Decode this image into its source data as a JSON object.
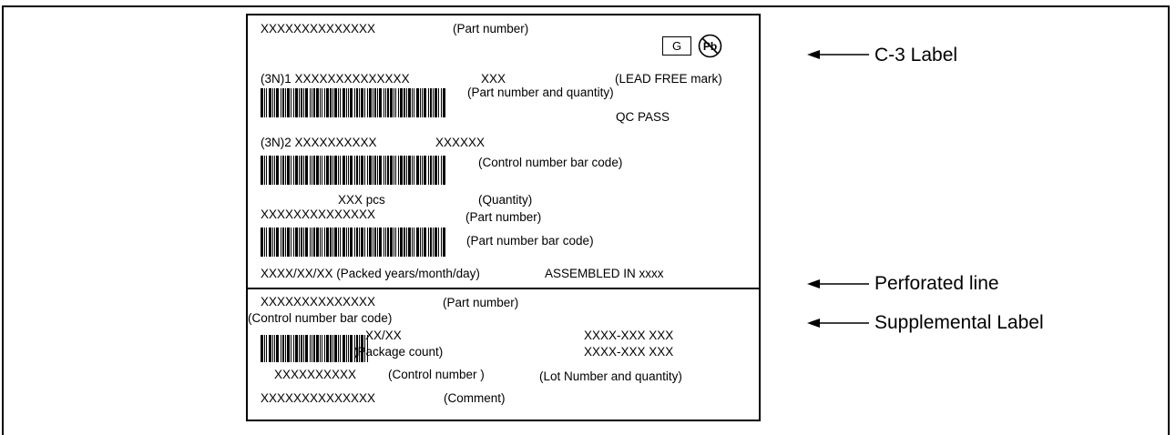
{
  "label": {
    "line1": {
      "code": "XXXXXXXXXXXXXX",
      "desc": "(Part number)"
    },
    "symbols": {
      "g_mark": "G",
      "pb_icon": "lead-free-pb-icon"
    },
    "line2": {
      "code": "(3N)1 XXXXXXXXXXXXXX",
      "qty": "XXX",
      "mark": "(LEAD FREE mark)"
    },
    "line2_desc": "(Part number and quantity)",
    "qc": "QC  PASS",
    "line3": {
      "code": "(3N)2 XXXXXXXXXX",
      "code2": "XXXXXX"
    },
    "line3_desc": "(Control number bar code)",
    "qty_line": {
      "value": "XXX  pcs",
      "desc": "(Quantity)"
    },
    "part2": {
      "code": "XXXXXXXXXXXXXX",
      "desc": "(Part number)"
    },
    "part2_bar_desc": "(Part number bar code)",
    "packed": "XXXX/XX/XX (Packed years/month/day)",
    "assembled": "ASSEMBLED IN xxxx"
  },
  "supplemental": {
    "part": {
      "code": "XXXXXXXXXXXXXX",
      "desc": "(Part number)"
    },
    "control_bar_desc": "(Control number bar code)",
    "pkg": {
      "value": "XX/XX",
      "desc": "(Package count)"
    },
    "lot1": "XXXX-XXX   XXX",
    "lot2": "XXXX-XXX   XXX",
    "control": {
      "code": "XXXXXXXXXX",
      "desc": "(Control number )"
    },
    "lot_desc": "(Lot Number and quantity)",
    "comment": {
      "code": "XXXXXXXXXXXXXX",
      "desc": "(Comment)"
    }
  },
  "annotations": {
    "c3": "C-3 Label",
    "perf": "Perforated line",
    "supp": "Supplemental Label"
  }
}
